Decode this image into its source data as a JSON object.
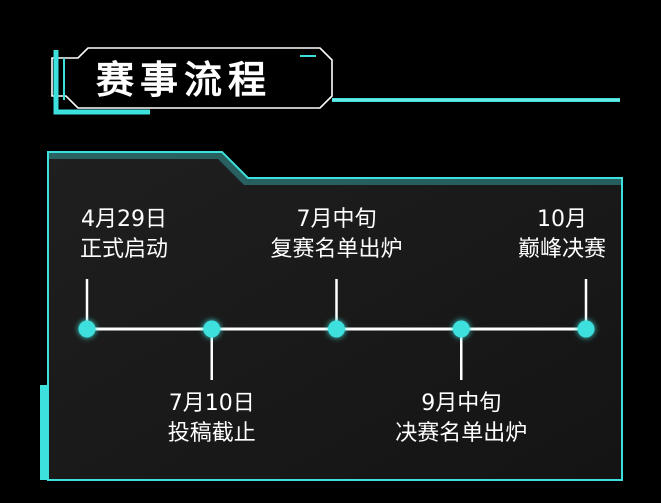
{
  "header": {
    "title": "赛事流程"
  },
  "timeline": {
    "events": [
      {
        "date": "4月29日",
        "label": "正式启动",
        "position": "above"
      },
      {
        "date": "7月10日",
        "label": "投稿截止",
        "position": "below"
      },
      {
        "date": "7月中旬",
        "label": "复赛名单出炉",
        "position": "above"
      },
      {
        "date": "9月中旬",
        "label": "决赛名单出炉",
        "position": "below"
      },
      {
        "date": "10月",
        "label": "巅峰决赛",
        "position": "above"
      }
    ]
  },
  "colors": {
    "background": "#000000",
    "accent": "#3de0dc",
    "panel": "#1e1e1e",
    "line": "#ffffff",
    "text": "#ffffff"
  }
}
